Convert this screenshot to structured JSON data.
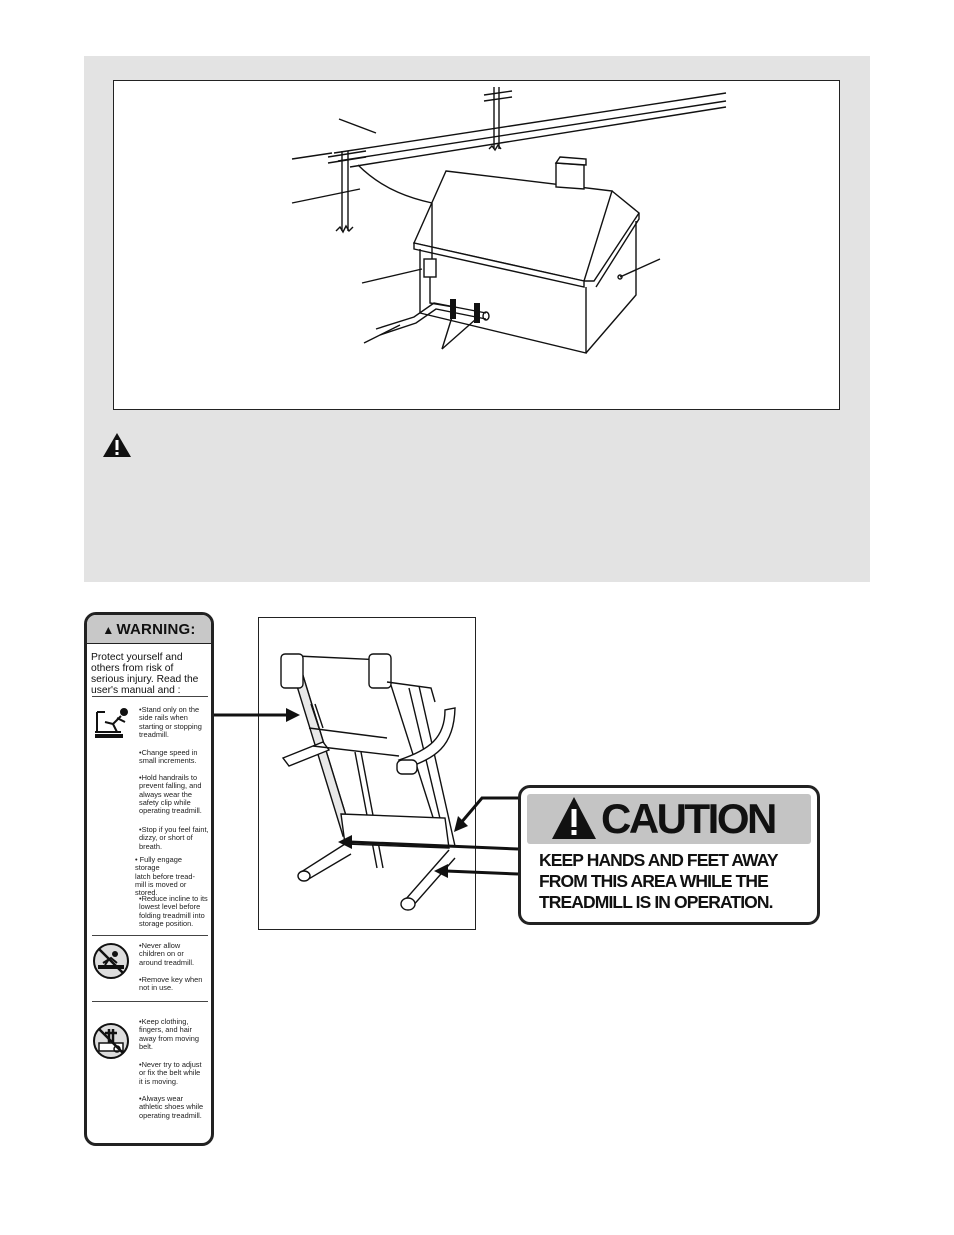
{
  "warning_decal": {
    "title": "WARNING:",
    "title_icon": "warning-triangle-icon",
    "intro": "Protect yourself and others from risk of serious injury.  Read the user's manual and :",
    "sections": [
      {
        "icon": "fall-hazard-icon",
        "items": [
          [
            "•Stand only on the",
            "side rails when",
            "starting or stopping",
            "treadmill."
          ],
          [
            "•Change speed in",
            "small increments."
          ],
          [
            "•Hold handrails to",
            "prevent falling, and",
            "always wear the",
            "safety clip while",
            "operating treadmill."
          ],
          [
            "•Stop if you feel faint,",
            "dizzy, or short of",
            "breath."
          ],
          [
            "• Fully engage storage",
            "latch  before tread-",
            "mill  is moved or",
            "stored."
          ],
          [
            "•Reduce incline to its",
            "lowest level before",
            "folding treadmill into",
            "storage position."
          ]
        ]
      },
      {
        "icon": "no-children-icon",
        "items": [
          [
            "•Never allow",
            "children on or",
            "around treadmill."
          ],
          [
            "•Remove key when",
            "not in use."
          ]
        ]
      },
      {
        "icon": "no-hands-near-belt-icon",
        "items": [
          [
            "•Keep clothing,",
            "fingers, and hair",
            "away from moving",
            "belt."
          ],
          [
            "•Never try to adjust",
            "or fix the belt while",
            "it is moving."
          ],
          [
            "•Always wear",
            "athletic shoes while",
            "operating treadmill."
          ]
        ]
      }
    ]
  },
  "caution_decal": {
    "title": "CAUTION",
    "title_icon": "exclamation-triangle-icon",
    "lines": [
      "KEEP HANDS AND FEET AWAY",
      "FROM THIS AREA WHILE THE",
      "TREADMILL IS IN OPERATION."
    ]
  },
  "colors": {
    "panel_gray": "#e3e3e3",
    "decal_header_gray": "#c4c4c4",
    "ink": "#111111"
  }
}
